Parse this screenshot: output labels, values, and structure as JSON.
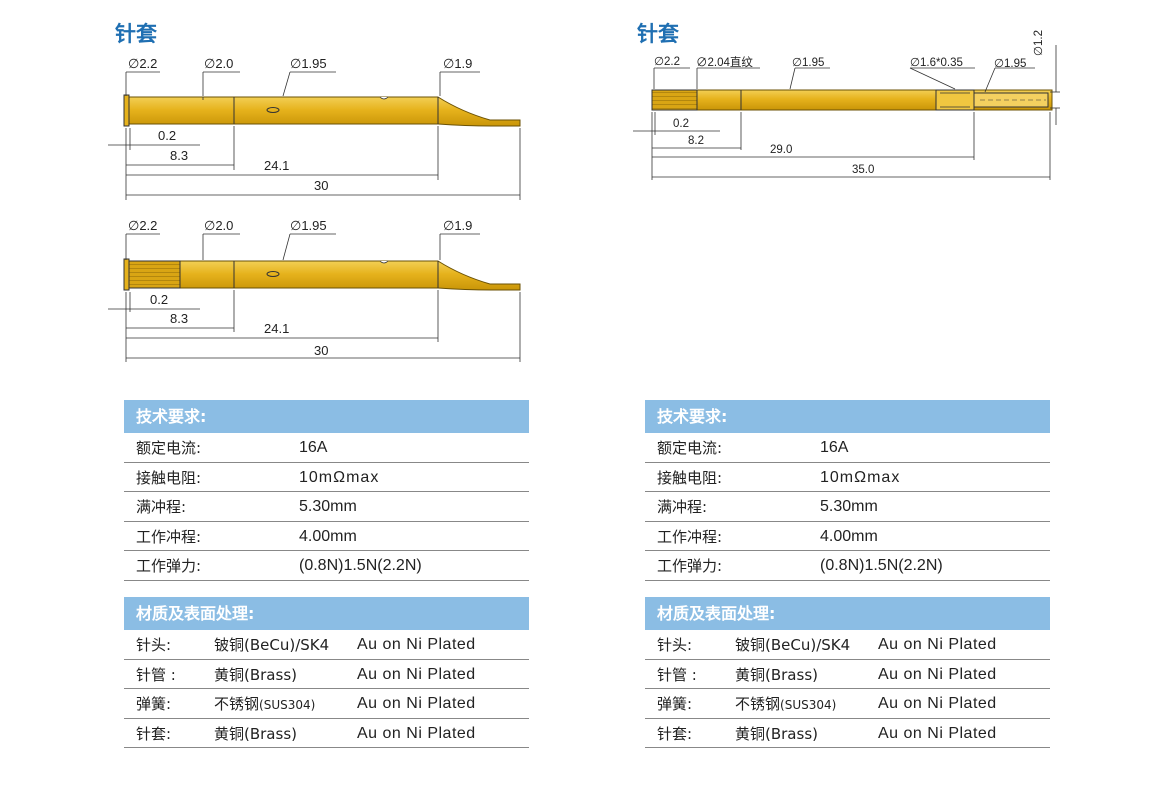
{
  "left_drawing": {
    "heading": "针套",
    "top": {
      "d1": "∅2.2",
      "d2": "∅2.0",
      "d3": "∅1.95",
      "d4": "∅1.9",
      "l1": "0.2",
      "l2": "8.3",
      "l3": "24.1",
      "l4": "30"
    },
    "bottom": {
      "d1": "∅2.2",
      "d2": "∅2.0",
      "d3": "∅1.95",
      "d4": "∅1.9",
      "l1": "0.2",
      "l2": "8.3",
      "l3": "24.1",
      "l4": "30"
    }
  },
  "right_drawing": {
    "heading": "针套",
    "d1": "∅2.2",
    "d2": "∅2.04直纹",
    "d3": "∅1.95",
    "d4": "∅1.6*0.35",
    "d5": "∅1.95",
    "d6": "∅1.2",
    "l1": "0.2",
    "l2": "8.2",
    "l3": "29.0",
    "l4": "35.0"
  },
  "tech_left": {
    "title": "技术要求:",
    "rows": [
      {
        "label": "额定电流:",
        "value": "16A"
      },
      {
        "label": "接触电阻:",
        "value": "10mΩmax"
      },
      {
        "label": "满冲程:",
        "value": "5.30mm"
      },
      {
        "label": "工作冲程:",
        "value": "4.00mm"
      },
      {
        "label": "工作弹力:",
        "value": "(0.8N)1.5N(2.2N)"
      }
    ]
  },
  "material_left": {
    "title": "材质及表面处理:",
    "rows": [
      {
        "part": "针头:",
        "material": "铍铜(BeCu)/SK4",
        "finish": "Au on Ni Plated"
      },
      {
        "part": "针管 :",
        "material": "黄铜(Brass)",
        "finish": "Au on Ni Plated"
      },
      {
        "part": "弹簧:",
        "material_main": "不锈钢",
        "material_small": "(SUS304)",
        "finish": "Au on Ni Plated"
      },
      {
        "part": "针套:",
        "material": "黄铜(Brass)",
        "finish": "Au on Ni Plated"
      }
    ]
  },
  "tech_right": {
    "title": "技术要求:",
    "rows": [
      {
        "label": "额定电流:",
        "value": "16A"
      },
      {
        "label": "接触电阻:",
        "value": "10mΩmax"
      },
      {
        "label": "满冲程:",
        "value": "5.30mm"
      },
      {
        "label": "工作冲程:",
        "value": "4.00mm"
      },
      {
        "label": "工作弹力:",
        "value": "(0.8N)1.5N(2.2N)"
      }
    ]
  },
  "material_right": {
    "title": "材质及表面处理:",
    "rows": [
      {
        "part": "针头:",
        "material": "铍铜(BeCu)/SK4",
        "finish": "Au on Ni Plated"
      },
      {
        "part": "针管 :",
        "material": "黄铜(Brass)",
        "finish": "Au on Ni Plated"
      },
      {
        "part": "弹簧:",
        "material_main": "不锈钢",
        "material_small": "(SUS304)",
        "finish": "Au on Ni Plated"
      },
      {
        "part": "针套:",
        "material": "黄铜(Brass)",
        "finish": "Au on Ni Plated"
      }
    ]
  },
  "colors": {
    "heading": "#1f6fb2",
    "table_header": "#8bbde4",
    "brass": "#e7b520",
    "brass_dark": "#b88a0a"
  }
}
